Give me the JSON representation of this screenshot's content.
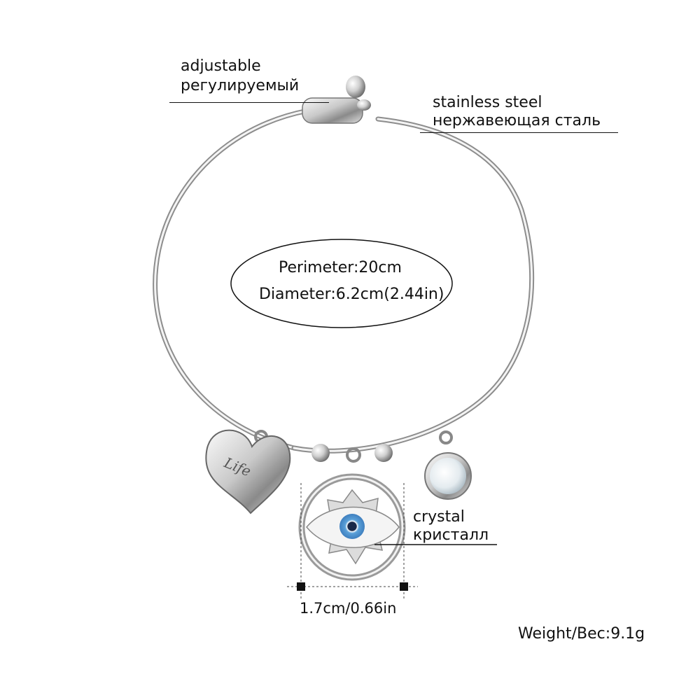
{
  "annotations": {
    "adjustable_en": "adjustable",
    "adjustable_ru": "регулируемый",
    "steel_en": "stainless steel",
    "steel_ru": "нержавеющая сталь",
    "crystal_en": "crystal",
    "crystal_ru": "кристалл",
    "perimeter": "Perimeter:20cm",
    "diameter": "Diameter:6.2cm(2.44in)",
    "charm_size": "1.7cm/0.66in",
    "weight": "Weight/Вес:9.1g",
    "heart_engraving": "Life"
  },
  "colors": {
    "metal_light": "#f2f2f2",
    "metal_mid": "#b9b9b9",
    "metal_dark": "#6e6e6e",
    "eye_blue": "#5aa0d8",
    "eye_dark": "#1a2a4a",
    "crystal": "#e6eef3"
  }
}
